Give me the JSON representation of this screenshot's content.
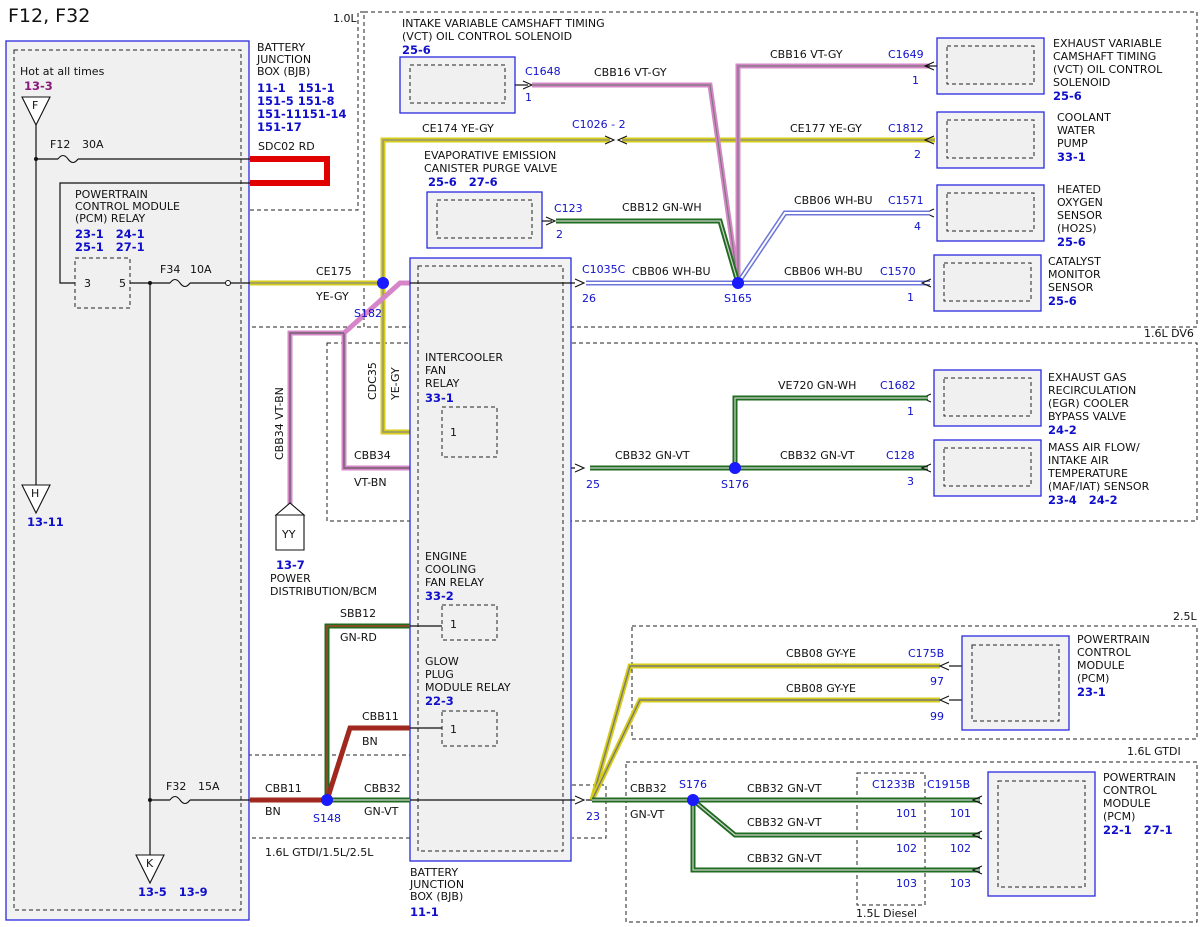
{
  "page": {
    "title": "F12, F32",
    "zone_1_0L": "1.0L",
    "zone_1_6L_DV6": "1.6L DV6",
    "zone_2_5L": "2.5L",
    "zone_1_6L_GTDI": "1.6L GTDI",
    "zone_bottom": "1.6L GTDI/1.5L/2.5L",
    "zone_diesel": "1.5L Diesel"
  },
  "colors": {
    "component_border": "#2b2be0",
    "ref_blue": "#1010cc",
    "ref_purple": "#8a1a7a",
    "wire_yellow_gray": "#d6cc1a",
    "wire_violet_gray": "#d686c8",
    "wire_red": "#e00000",
    "wire_green": "#1f6b1f",
    "wire_brown": "#a0281e",
    "splice_dot": "#1a1aff"
  },
  "bjb_top": {
    "label": [
      "BATTERY",
      "JUNCTION",
      "BOX (BJB)"
    ],
    "refs": [
      "11-1   151-1",
      "151-5 151-8",
      "151-11151-14",
      "151-17"
    ],
    "hot": "Hot at all times",
    "hot_ref": "13-3",
    "conn_f": "F",
    "fuse_f12": "F12",
    "amp_f12": "30A",
    "pcm_relay": [
      "POWERTRAIN",
      "CONTROL MODULE",
      "(PCM) RELAY"
    ],
    "pcm_relay_refs": [
      "23-1   24-1",
      "25-1   27-1"
    ],
    "pin3": "3",
    "pin5": "5",
    "fuse_f34": "F34",
    "amp_f34": "10A",
    "fuse_f32": "F32",
    "amp_f32": "15A",
    "conn_h": "H",
    "conn_h_ref": "13-11",
    "conn_k": "K",
    "conn_k_refs": "13-5   13-9"
  },
  "wires": {
    "sdc02": "SDC02  RD",
    "ce175": "CE175",
    "ce175_color": "YE-GY",
    "s182": "S182",
    "ce174": "CE174   YE-GY",
    "c1026": "C1026 - 2",
    "ce177": "CE177   YE-GY",
    "cbb16_a": "CBB16   VT-GY",
    "cbb16_b": "CBB16   VT-GY",
    "cbb12": "CBB12   GN-WH",
    "cbb06_a": "CBB06   WH-BU",
    "cbb06_b": "CBB06   WH-BU",
    "cbb06_c": "CBB06   WH-BU",
    "s165": "S165",
    "cbb34": "CBB34   VT-BN",
    "cbb34_h": "CBB34",
    "vtbn": "VT-BN",
    "cdc35": "CDC35",
    "cdc35_color": "YE-GY",
    "ve720": "VE720   GN-WH",
    "cbb32_a": "CBB32   GN-VT",
    "cbb32_b": "CBB32   GN-VT",
    "s176": "S176",
    "sbb12": "SBB12",
    "gnrd": "GN-RD",
    "cbb11_a": "CBB11",
    "bn_a": "BN",
    "cbb11_b": "CBB11",
    "bn_b": "BN",
    "cbb32_c": "CBB32",
    "gnvt_c": "GN-VT",
    "s148": "S148",
    "cbb32_d": "CBB32",
    "gnvt_d": "GN-VT",
    "s176_b": "S176",
    "cbb32_e": "CBB32   GN-VT",
    "cbb32_f": "CBB32   GN-VT",
    "cbb32_g": "CBB32   GN-VT",
    "cbb08_a": "CBB08   GY-YE",
    "cbb08_b": "CBB08   GY-YE",
    "pin23": "23",
    "pin25": "25",
    "pin26": "26"
  },
  "components": {
    "intake_vct": {
      "label": [
        "INTAKE VARIABLE CAMSHAFT TIMING",
        "(VCT) OIL CONTROL SOLENOID"
      ],
      "ref": "25-6",
      "conn": "C1648",
      "pin": "1"
    },
    "exhaust_vct": {
      "label": [
        "EXHAUST VARIABLE",
        "CAMSHAFT TIMING",
        "(VCT) OIL CONTROL",
        "SOLENOID"
      ],
      "ref": "25-6",
      "conn": "C1649",
      "pin": "1"
    },
    "coolant_pump": {
      "label": [
        "COOLANT",
        "WATER",
        "PUMP"
      ],
      "ref": "33-1",
      "conn": "C1812",
      "pin": "2"
    },
    "evap": {
      "label": [
        "EVAPORATIVE EMISSION",
        "CANISTER PURGE VALVE"
      ],
      "ref": "25-6   27-6",
      "conn": "C123",
      "pin": "2"
    },
    "ho2s": {
      "label": [
        "HEATED",
        "OXYGEN",
        "SENSOR",
        "(HO2S)"
      ],
      "ref": "25-6",
      "conn": "C1571",
      "pin": "4"
    },
    "catalyst": {
      "label": [
        "CATALYST",
        "MONITOR",
        "SENSOR"
      ],
      "ref": "25-6",
      "conn": "C1570",
      "pin": "1"
    },
    "bjb_main_conn": {
      "conn": "C1035C"
    },
    "intercooler": {
      "label": [
        "INTERCOOLER",
        "FAN",
        "RELAY"
      ],
      "ref": "33-1",
      "pin": "1"
    },
    "egr": {
      "label": [
        "EXHAUST GAS",
        "RECIRCULATION",
        "(EGR) COOLER",
        "BYPASS VALVE"
      ],
      "ref": "24-2",
      "conn": "C1682",
      "pin": "1"
    },
    "maf": {
      "label": [
        "MASS AIR FLOW/",
        "INTAKE AIR",
        "TEMPERATURE",
        "(MAF/IAT) SENSOR"
      ],
      "ref": "23-4   24-2",
      "conn": "C128",
      "pin": "3"
    },
    "power_dist": {
      "conn": "YY",
      "ref": "13-7",
      "label": [
        "POWER",
        "DISTRIBUTION/BCM"
      ]
    },
    "ecf_relay": {
      "label": [
        "ENGINE",
        "COOLING",
        "FAN RELAY"
      ],
      "ref": "33-2",
      "pin": "1"
    },
    "glow_relay": {
      "label": [
        "GLOW",
        "PLUG",
        "MODULE RELAY"
      ],
      "ref": "22-3",
      "pin": "1"
    },
    "bjb_bottom": {
      "label": [
        "BATTERY",
        "JUNCTION",
        "BOX (BJB)"
      ],
      "ref": "11-1"
    },
    "pcm_25": {
      "label": [
        "POWERTRAIN",
        "CONTROL",
        "MODULE",
        "(PCM)"
      ],
      "ref": "23-1",
      "conn": "C175B",
      "pin_a": "97",
      "pin_b": "99"
    },
    "pcm_gtdi": {
      "label": [
        "POWERTRAIN",
        "CONTROL",
        "MODULE",
        "(PCM)"
      ],
      "ref": "22-1   27-1",
      "conn_a": "C1233B",
      "conn_b": "C1915B",
      "pins_mid": [
        "101",
        "102",
        "103"
      ],
      "pins_right": [
        "101",
        "102",
        "103"
      ]
    }
  }
}
